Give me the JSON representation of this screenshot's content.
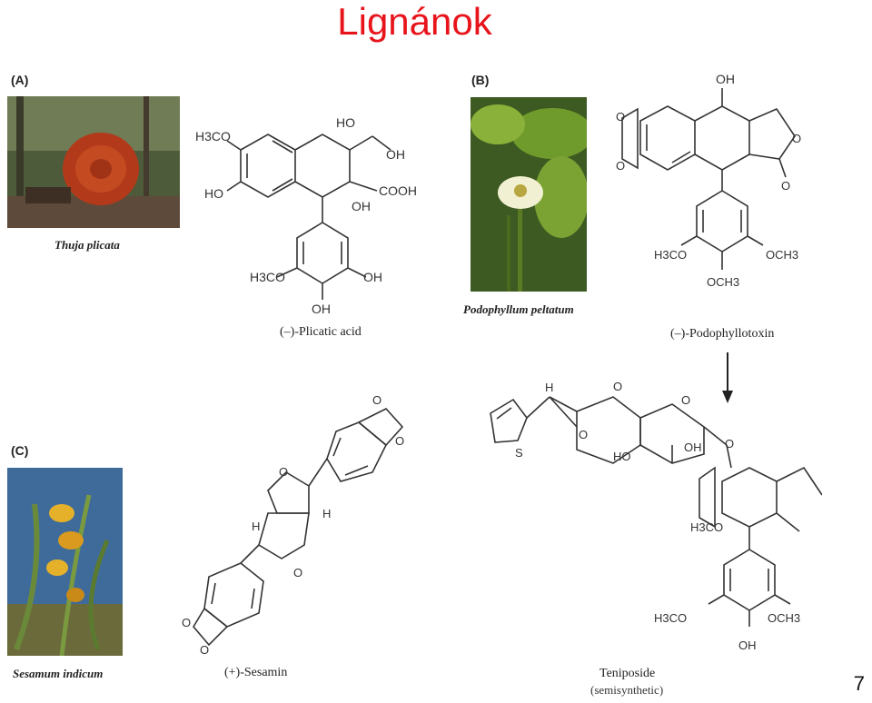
{
  "title": "Lignánok",
  "page_number": "7",
  "panels": [
    {
      "label": "(A)",
      "species": "Thuja plicata",
      "compound": "(–)-Plicatic acid"
    },
    {
      "label": "(B)",
      "species": "Podophyllum peltatum",
      "compound": "(–)-Podophyllotoxin"
    },
    {
      "label": "(C)",
      "species": "Sesamum indicum",
      "compound": "(+)-Sesamin"
    }
  ],
  "teniposide": {
    "name": "Teniposide",
    "note": "(semisynthetic)"
  },
  "chem_labels": {
    "h3co": "H3CO",
    "oh": "OH",
    "ho": "HO",
    "cooh": "COOH",
    "och3": "OCH3",
    "o": "O",
    "h": "H",
    "s": "S"
  },
  "icons": [
    "tree-stump-photo",
    "mayapple-flower-photo",
    "sesame-plant-photo",
    "reaction-arrow-icon"
  ]
}
